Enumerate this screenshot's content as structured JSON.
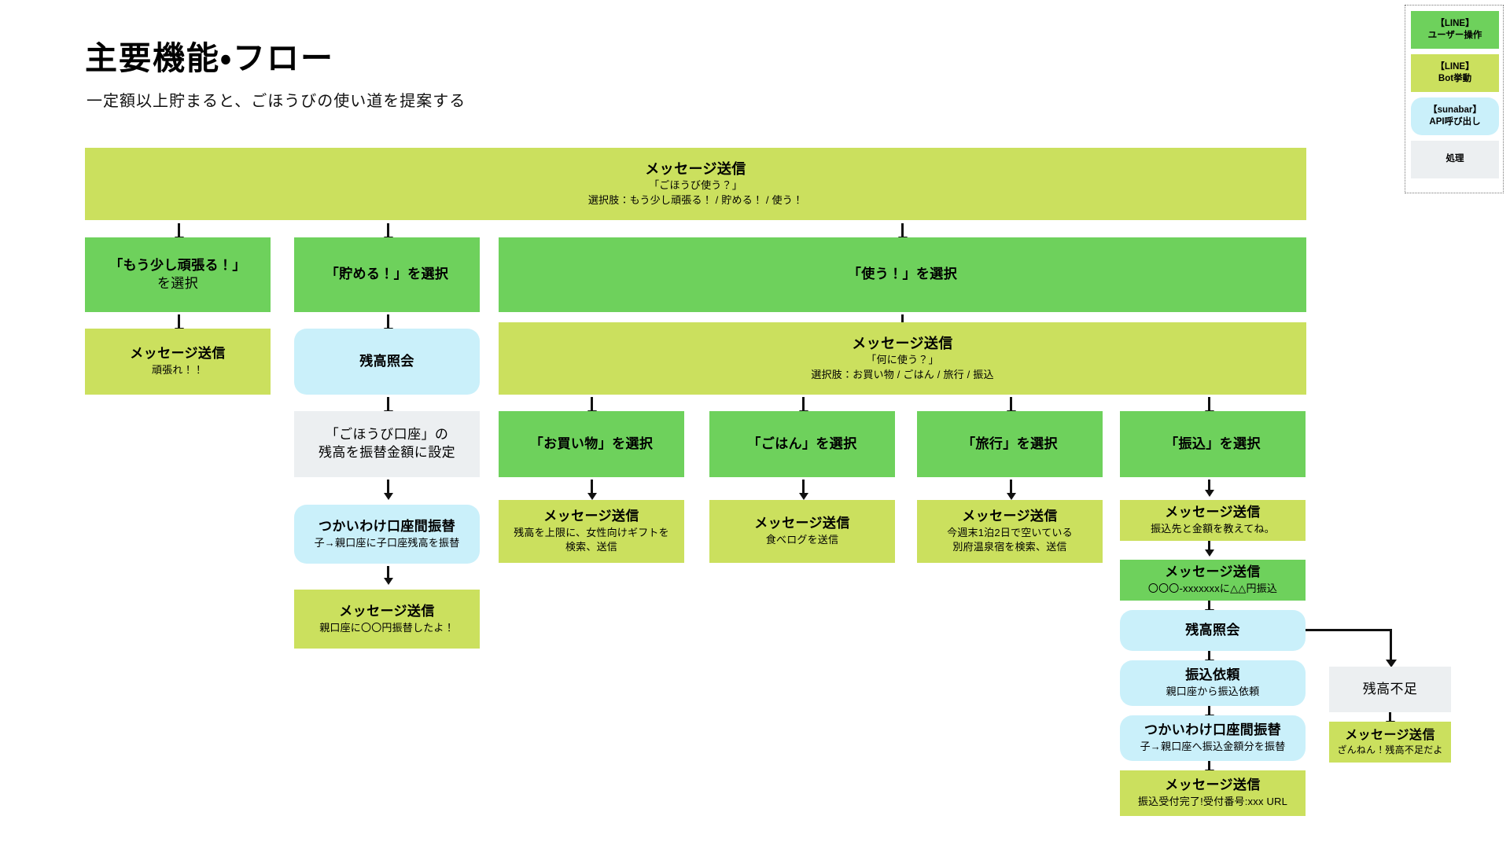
{
  "header": {
    "title": "主要機能・フロー",
    "subtitle": "一定額以上貯まると、ごほうびの使い道を提案する"
  },
  "legend": {
    "items": [
      {
        "line1": "【LINE】",
        "line2": "ユーザー操作",
        "color": "#6ed15c",
        "kind": "user"
      },
      {
        "line1": "【LINE】",
        "line2": "Bot挙動",
        "color": "#cbe05e",
        "kind": "bot"
      },
      {
        "line1": "【sunabar】",
        "line2": "API呼び出し",
        "color": "#caf0fa",
        "kind": "api"
      },
      {
        "line1": "",
        "line2": "処理",
        "color": "#eceff1",
        "kind": "process"
      }
    ]
  },
  "flow": {
    "root": {
      "title": "メッセージ送信",
      "line2": "「ごほうび使う？」",
      "line3": "選択肢：もう少し頑張る！ / 貯める！ / 使う！"
    },
    "branch_ganbaru": {
      "choice_line1": "「もう少し頑張る！」",
      "choice_line2": "を選択",
      "msg_title": "メッセージ送信",
      "msg_line2": "頑張れ！！"
    },
    "branch_tameru": {
      "choice": "「貯める！」を選択",
      "balance_inquiry": "残高照会",
      "process_line1": "「ごほうび口座」の",
      "process_line2": "残高を振替金額に設定",
      "transfer_title": "つかいわけ口座間振替",
      "transfer_line2": "子→親口座に子口座残高を振替",
      "msg_title": "メッセージ送信",
      "msg_line2": "親口座に〇〇円振替したよ！"
    },
    "branch_tsukau": {
      "choice": "「使う！」を選択",
      "msg_title": "メッセージ送信",
      "msg_line2": "「何に使う？」",
      "msg_line3": "選択肢：お買い物 / ごはん / 旅行 / 振込"
    },
    "sub_shopping": {
      "choice": "「お買い物」を選択",
      "msg_title": "メッセージ送信",
      "msg_line2": "残高を上限に、女性向けギフトを",
      "msg_line3": "検索、送信"
    },
    "sub_gohan": {
      "choice": "「ごはん」を選択",
      "msg_title": "メッセージ送信",
      "msg_line2": "食べログを送信"
    },
    "sub_ryoko": {
      "choice": "「旅行」を選択",
      "msg_title": "メッセージ送信",
      "msg_line2": "今週末1泊2日で空いている",
      "msg_line3": "別府温泉宿を検索、送信"
    },
    "sub_furikomi": {
      "choice": "「振込」を選択",
      "bot_msg_title": "メッセージ送信",
      "bot_msg_line2": "振込先と金額を教えてね。",
      "user_msg_title": "メッセージ送信",
      "user_msg_line2": "〇〇〇-xxxxxxxに△△円振込",
      "balance_inquiry": "残高照会",
      "request_title": "振込依頼",
      "request_line2": "親口座から振込依頼",
      "transfer_title": "つかいわけ口座間振替",
      "transfer_line2": "子→親口座へ振込金額分を振替",
      "done_title": "メッセージ送信",
      "done_line2": "振込受付完了!受付番号:xxx URL"
    },
    "branch_insufficient": {
      "process": "残高不足",
      "msg_title": "メッセージ送信",
      "msg_line2": "ざんねん！残高不足だよ"
    }
  }
}
